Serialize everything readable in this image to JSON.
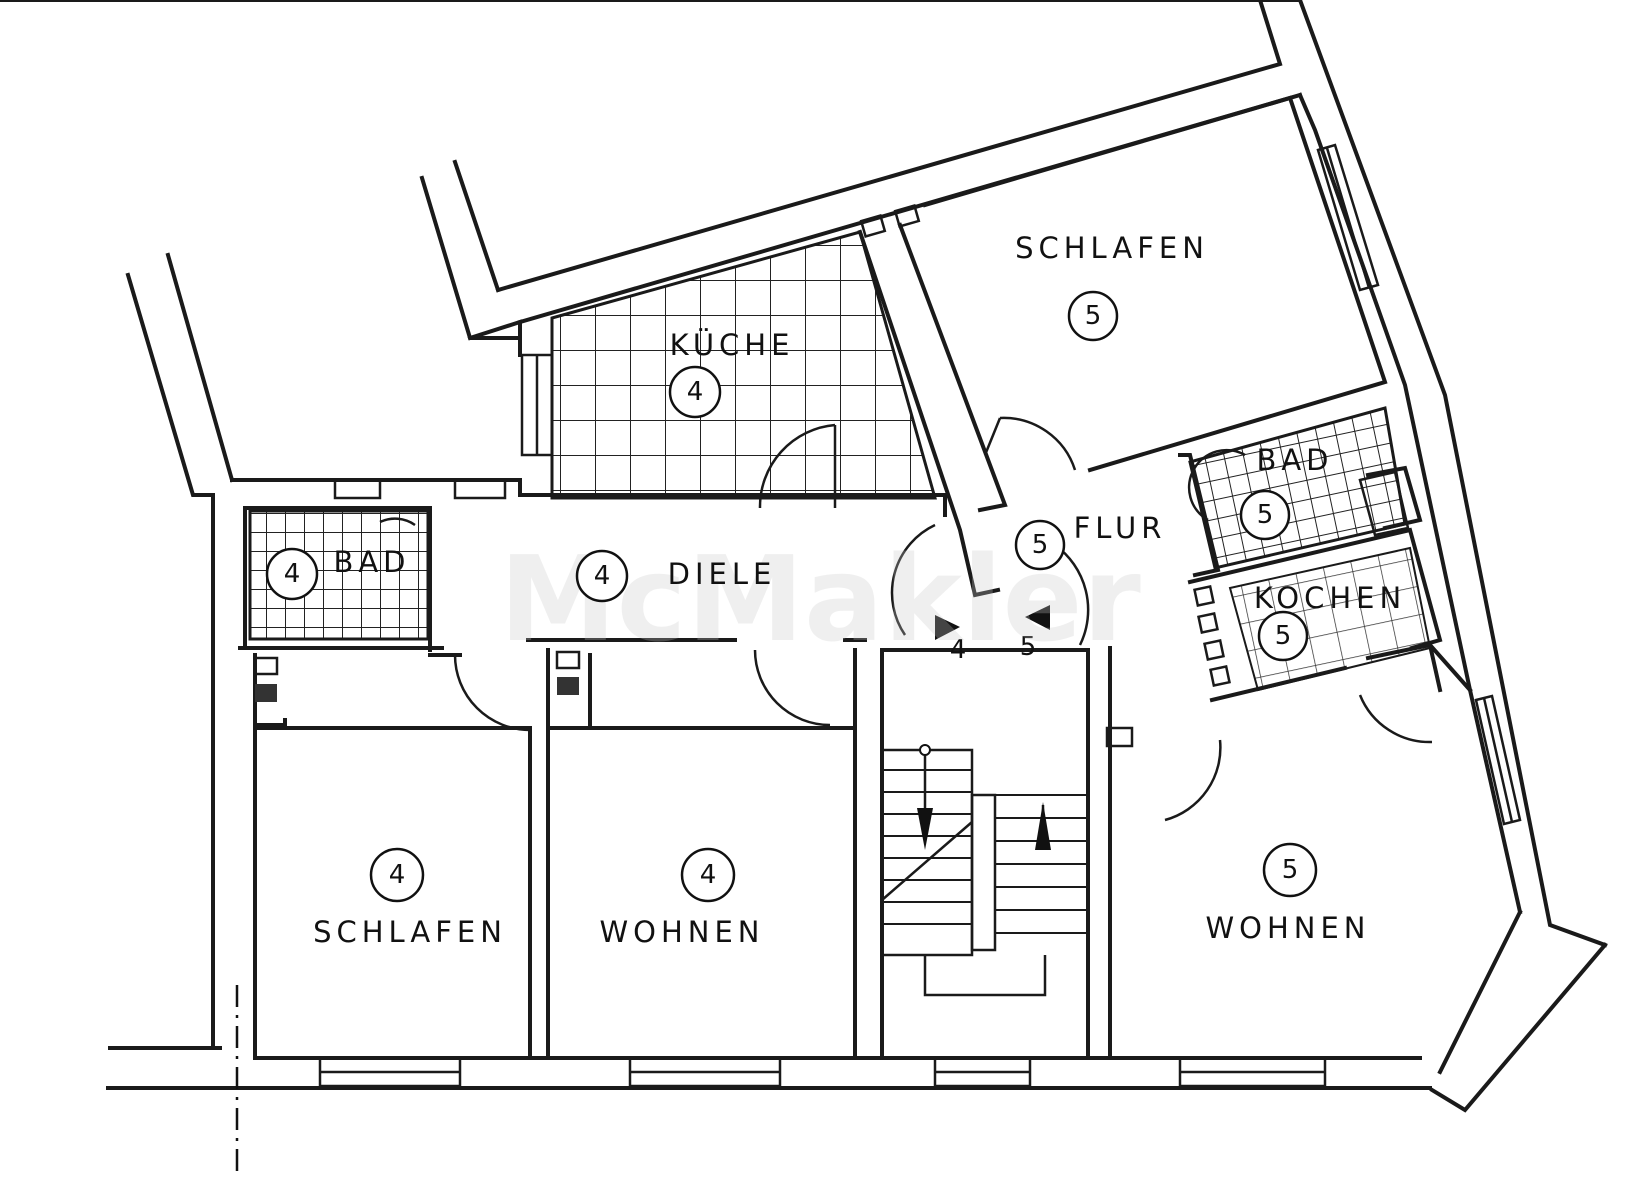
{
  "watermark": "McMakler",
  "rooms": [
    {
      "id": "schlafen-5",
      "label": "SCHLAFEN",
      "unit": "5"
    },
    {
      "id": "kueche-4",
      "label": "KÜCHE",
      "unit": "4"
    },
    {
      "id": "bad-5",
      "label": "BAD",
      "unit": "5"
    },
    {
      "id": "flur-5",
      "label": "FLUR",
      "unit": "5"
    },
    {
      "id": "kochen-5",
      "label": "KOCHEN",
      "unit": "5"
    },
    {
      "id": "bad-4",
      "label": "BAD",
      "unit": "4"
    },
    {
      "id": "diele-4",
      "label": "DIELE",
      "unit": "4"
    },
    {
      "id": "schlafen-4",
      "label": "SCHLAFEN",
      "unit": "4"
    },
    {
      "id": "wohnen-4",
      "label": "WOHNEN",
      "unit": "4"
    },
    {
      "id": "wohnen-5",
      "label": "WOHNEN",
      "unit": "5"
    }
  ],
  "entrances": [
    {
      "id": "entrance-4",
      "label": "4"
    },
    {
      "id": "entrance-5",
      "label": "5"
    }
  ]
}
